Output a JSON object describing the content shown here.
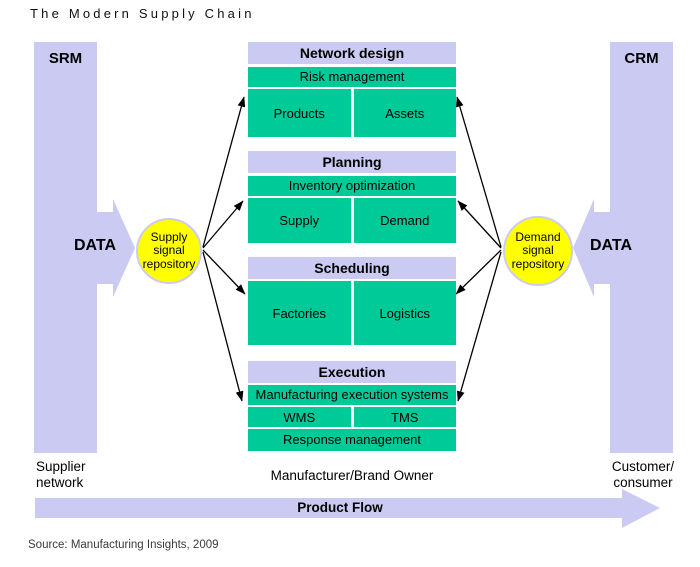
{
  "title": "The Modern Supply Chain",
  "source": "Source: Manufacturing Insights, 2009",
  "colors": {
    "lavender": "#CACAF3",
    "green": "#00CB98",
    "yellow": "#FFFF00",
    "arrow_black": "#000000"
  },
  "srm": {
    "label": "SRM",
    "data_label": "DATA",
    "footer_line1": "Supplier",
    "footer_line2": "network"
  },
  "crm": {
    "label": "CRM",
    "data_label": "DATA",
    "footer_line1": "Customer/",
    "footer_line2": "consumer"
  },
  "supply_repository": {
    "line1": "Supply",
    "line2": "signal",
    "line3": "repository"
  },
  "demand_repository": {
    "line1": "Demand",
    "line2": "signal",
    "line3": "repository"
  },
  "manufacturer_label": "Manufacturer/Brand Owner",
  "product_flow_label": "Product Flow",
  "boxes": {
    "network_design": {
      "header": "Network design",
      "band": "Risk management",
      "cell_left": "Products",
      "cell_right": "Assets"
    },
    "planning": {
      "header": "Planning",
      "band": "Inventory optimization",
      "cell_left": "Supply",
      "cell_right": "Demand"
    },
    "scheduling": {
      "header": "Scheduling",
      "cell_left": "Factories",
      "cell_right": "Logistics"
    },
    "execution": {
      "header": "Execution",
      "band": "Manufacturing execution systems",
      "cell_left": "WMS",
      "cell_right": "TMS",
      "band_bottom": "Response management"
    }
  }
}
